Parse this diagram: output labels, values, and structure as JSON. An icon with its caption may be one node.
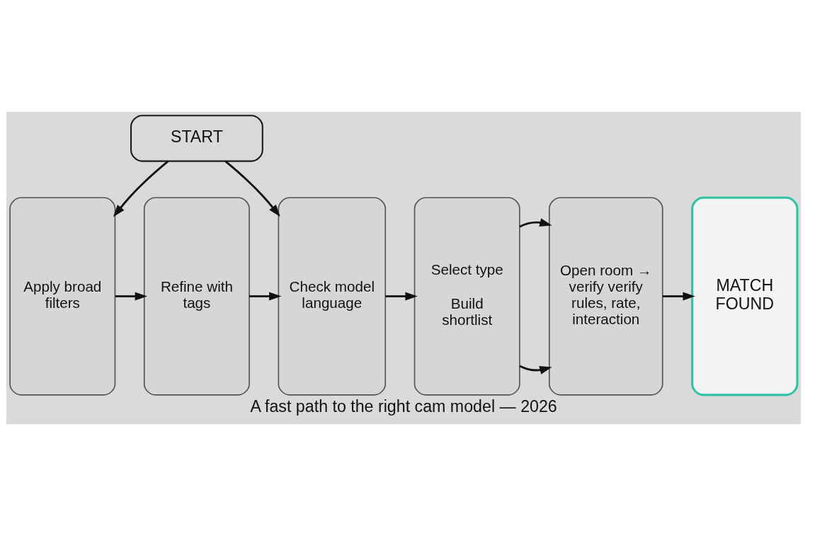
{
  "diagram": {
    "caption": "A fast path to the right cam model — 2026",
    "nodes": [
      {
        "text": [
          "START"
        ]
      },
      {
        "text": [
          "Apply broad filters"
        ]
      },
      {
        "text": [
          "Refine with tags"
        ]
      },
      {
        "text": [
          "Check model language"
        ]
      },
      {
        "text": [
          "Select type",
          "Build shortlist"
        ]
      },
      {
        "text": [
          "Open room → verify verify rules, rate, interaction"
        ]
      },
      {
        "text": [
          "MATCH FOUND"
        ]
      }
    ],
    "edges": [
      {
        "from": 0,
        "to": 1,
        "arrow": "to"
      },
      {
        "from": 0,
        "to": 3,
        "arrow": "to"
      },
      {
        "from": 1,
        "to": 2,
        "arrow": "to"
      },
      {
        "from": 2,
        "to": 3,
        "arrow": "to"
      },
      {
        "from": 3,
        "to": 4,
        "arrow": "to"
      },
      {
        "from": 4,
        "to": 5,
        "arrow": "to"
      },
      {
        "from": 4,
        "to": 5,
        "arrow": "to"
      },
      {
        "from": 5,
        "to": 6,
        "arrow": "to"
      }
    ]
  }
}
